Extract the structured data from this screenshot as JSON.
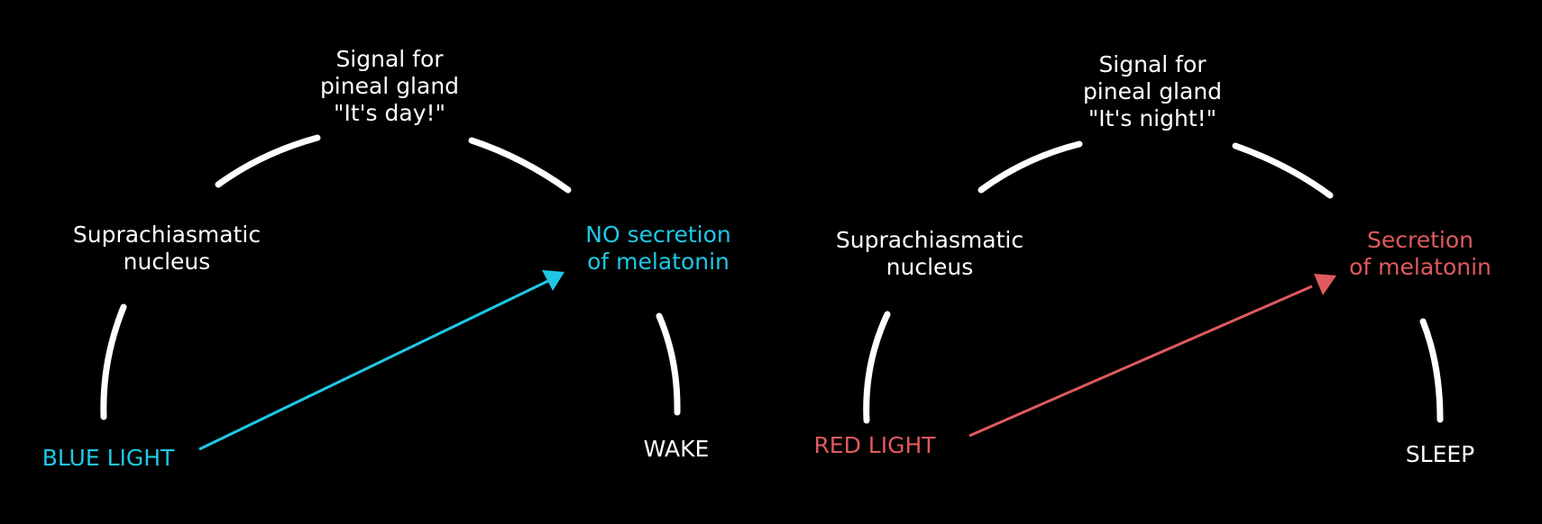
{
  "colors": {
    "background": "#000000",
    "arc": "#ffffff",
    "text": "#ffffff",
    "blue": "#1ec8e6",
    "red": "#e05a5e"
  },
  "day": {
    "signal": "Signal for\npineal gland\n\"It's day!\"",
    "scn": "Suprachiasmatic\nnucleus",
    "melatonin": "NO secretion\nof melatonin",
    "light": "BLUE LIGHT",
    "state": "WAKE"
  },
  "night": {
    "signal": "Signal for\npineal gland\n\"It's night!\"",
    "scn": "Suprachiasmatic\nnucleus",
    "melatonin": "Secretion\nof melatonin",
    "light": "RED LIGHT",
    "state": "SLEEP"
  }
}
